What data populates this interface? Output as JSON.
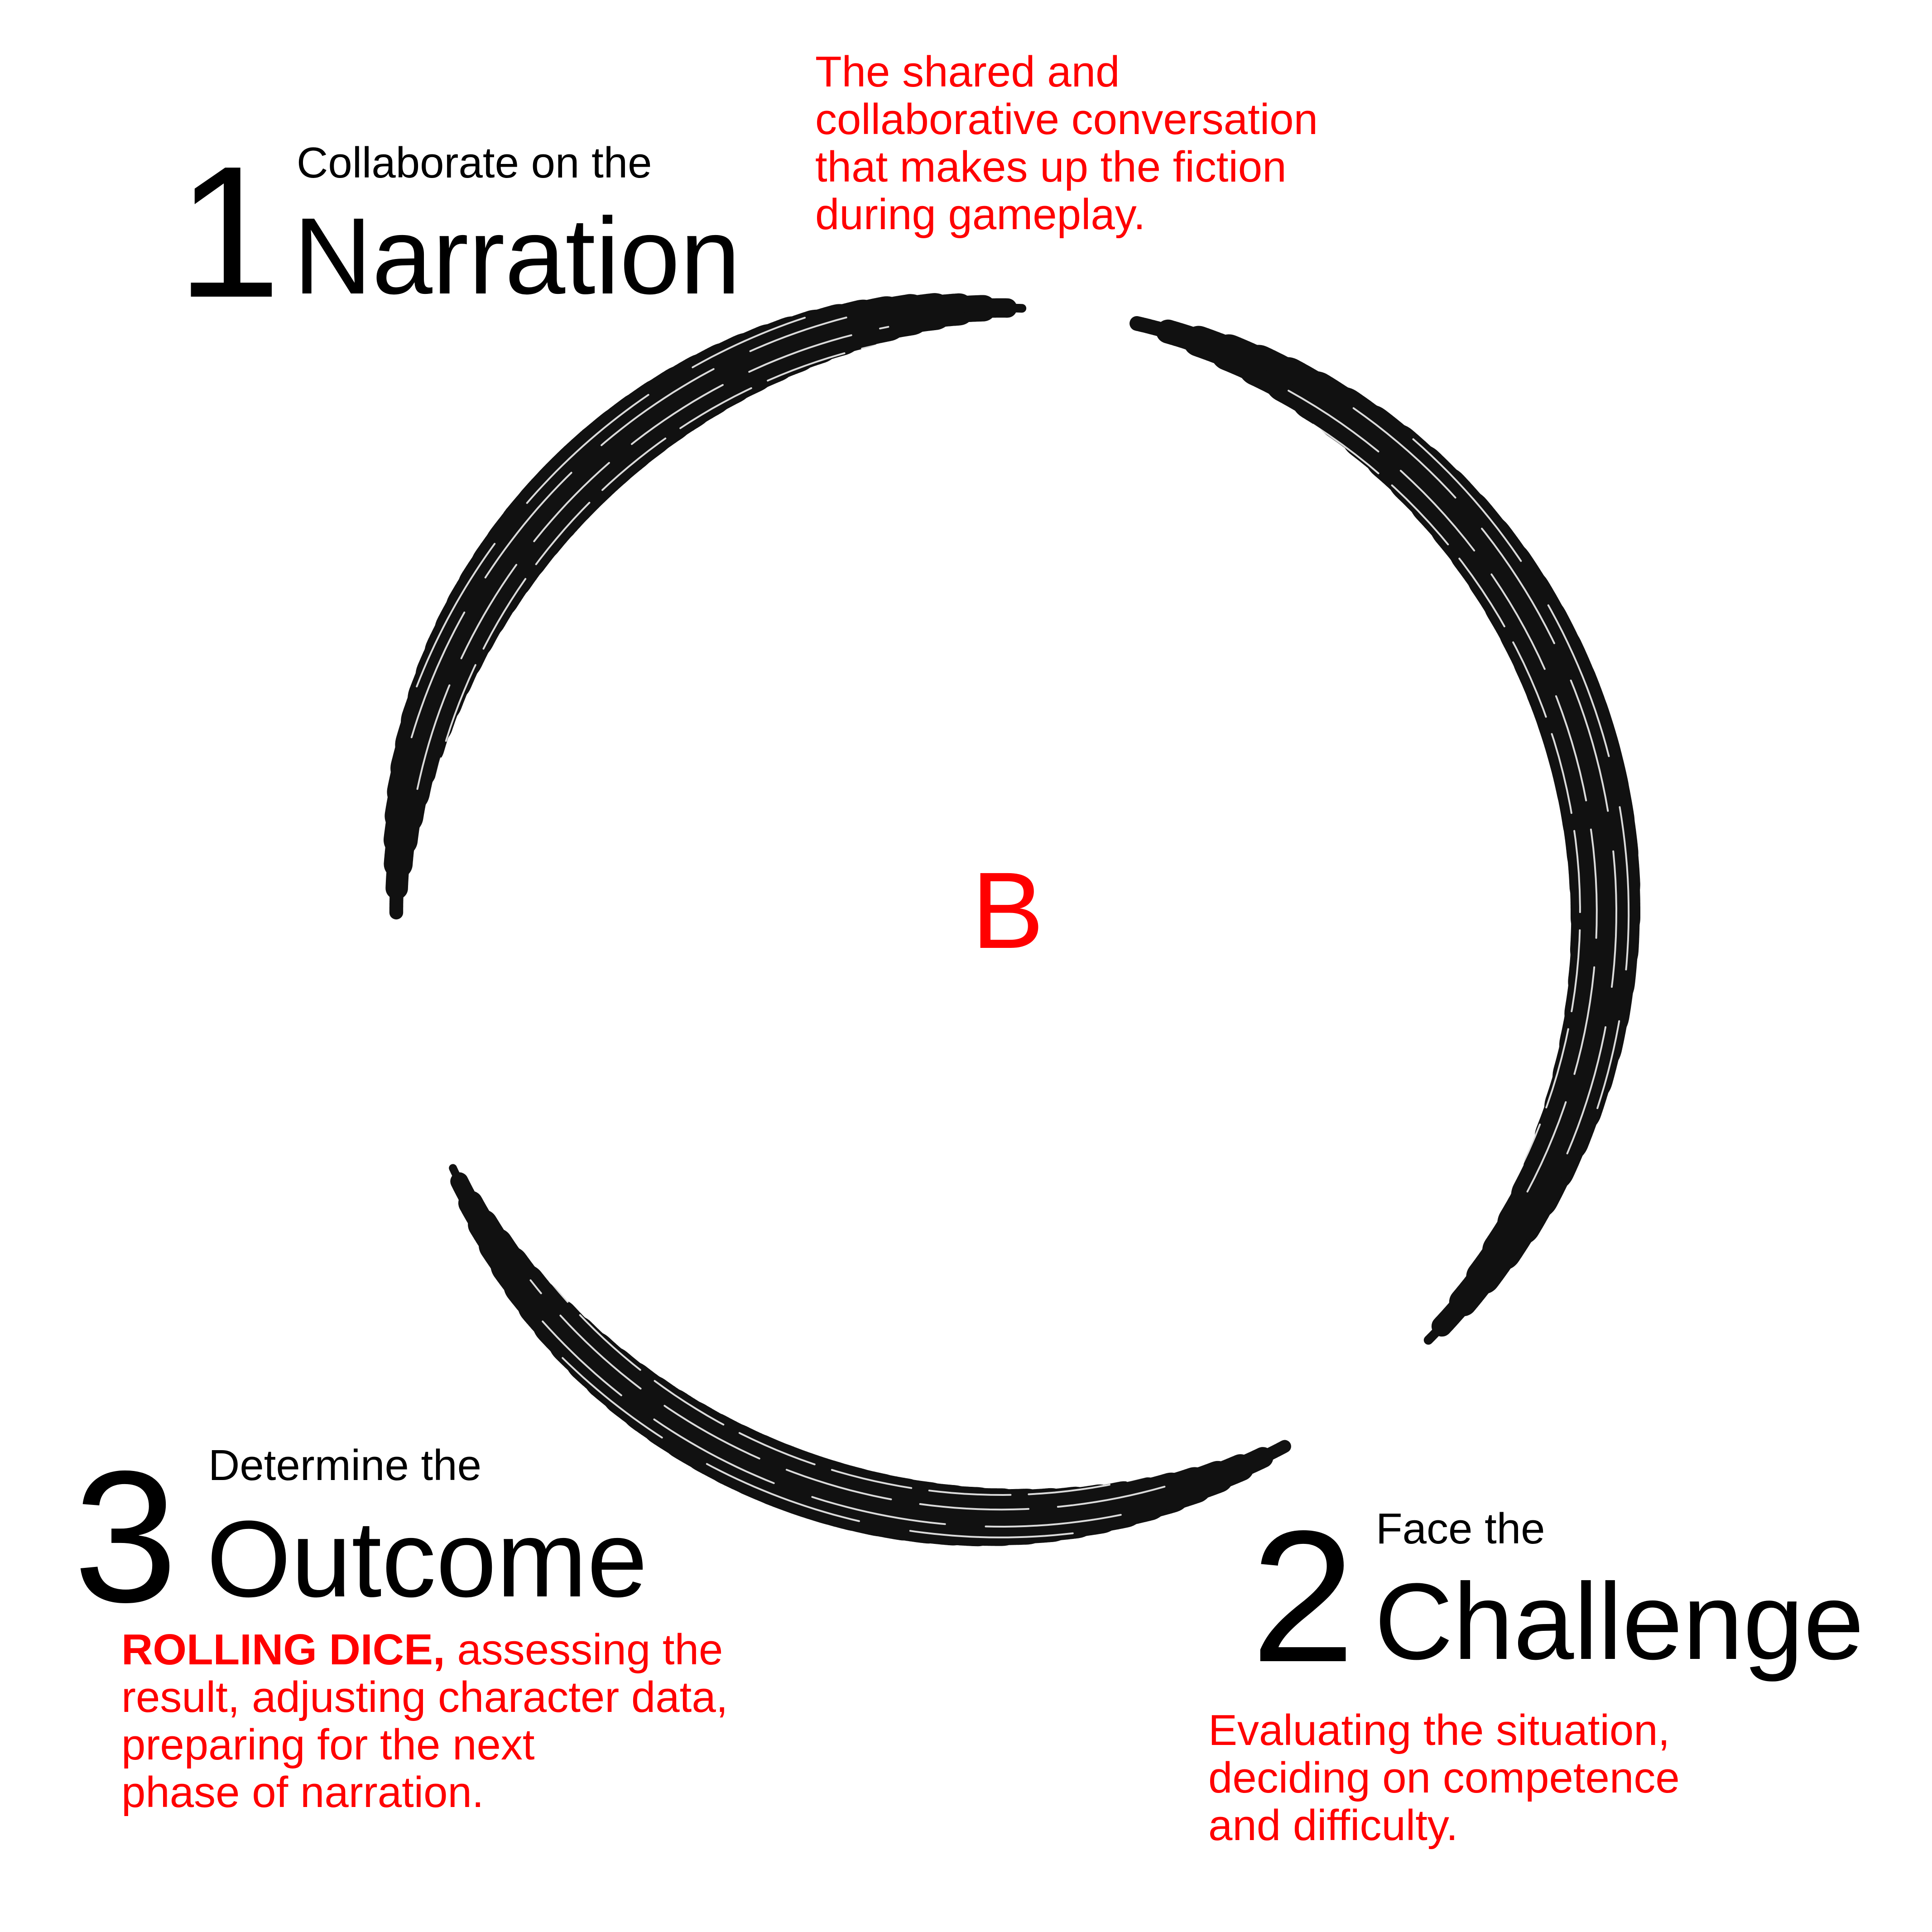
{
  "steps": [
    {
      "number": "1",
      "pre": "Collaborate on the",
      "title": "Narration",
      "note_lines": [
        "The shared and",
        "collaborative conversation",
        "that makes up the fiction",
        "during gameplay."
      ]
    },
    {
      "number": "2",
      "pre": "Face the",
      "title": "Challenge",
      "note_lines": [
        "Evaluating the situation,",
        "deciding on competence",
        "and difficulty."
      ]
    },
    {
      "number": "3",
      "pre": "Determine the",
      "title": "Outcome",
      "note_bold": "ROLLING DICE,",
      "note_first_rest": " assessing the",
      "note_lines": [
        "result, adjusting character data,",
        "preparing for the next",
        "phase of narration."
      ]
    }
  ],
  "center_label": "B",
  "colors": {
    "ink": "#111111",
    "text": "#000000",
    "accent": "#ff0000",
    "background": "#ffffff"
  }
}
